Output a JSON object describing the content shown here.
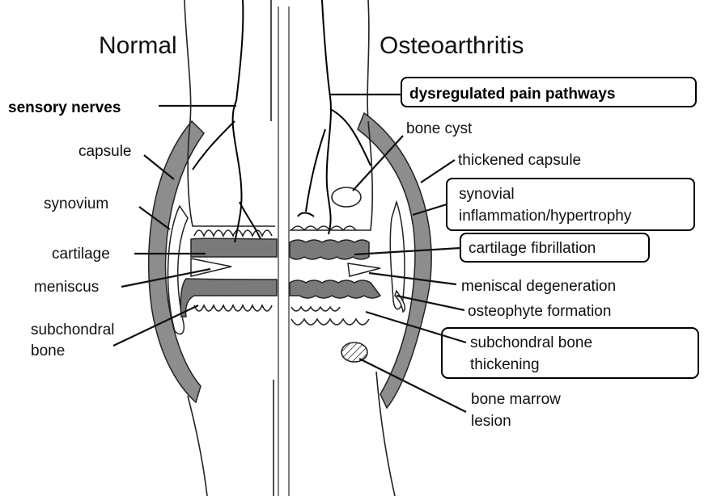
{
  "titles": {
    "normal": "Normal",
    "oa": "Osteoarthritis"
  },
  "labels": {
    "sensory_nerves": "sensory nerves",
    "dysregulated_pain": "dysregulated pain pathways",
    "capsule": "capsule",
    "synovium": "synovium",
    "cartilage": "cartilage",
    "meniscus": "meniscus",
    "subchondral_1": "subchondral",
    "subchondral_2": "bone",
    "bone_cyst": "bone cyst",
    "thickened_capsule": "thickened capsule",
    "synovial_1": "synovial",
    "synovial_2": "inflammation/hypertrophy",
    "cartilage_fibrillation": "cartilage fibrillation",
    "meniscal_degeneration": "meniscal degeneration",
    "osteophyte_formation": "osteophyte formation",
    "subchondral_thick_1": "subchondral bone",
    "subchondral_thick_2": "thickening",
    "bone_marrow_1": "bone marrow",
    "bone_marrow_2": "lesion"
  }
}
